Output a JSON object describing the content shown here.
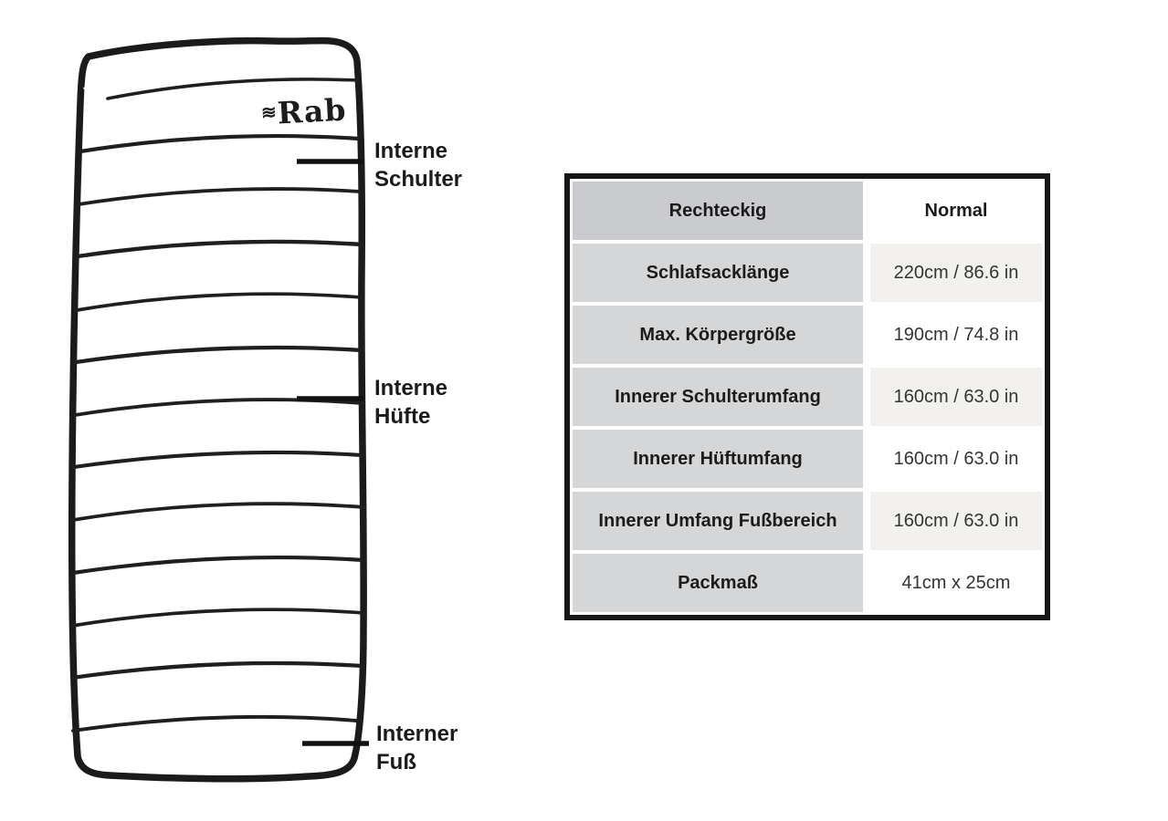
{
  "diagram": {
    "logo": {
      "mark": "≋",
      "text": "Rab"
    },
    "labels": [
      {
        "id": "internal-shoulder",
        "line1": "Interne",
        "line2": "Schulter"
      },
      {
        "id": "internal-hip",
        "line1": "Interne",
        "line2": "Hüfte"
      },
      {
        "id": "internal-foot",
        "line1": "Interner",
        "line2": "Fuß"
      }
    ]
  },
  "table": {
    "header": {
      "col1": "Rechteckig",
      "col2": "Normal"
    },
    "rows": [
      {
        "label": "Schlafsacklänge",
        "value": "220cm / 86.6 in"
      },
      {
        "label": "Max. Körpergröße",
        "value": "190cm / 74.8 in"
      },
      {
        "label": "Innerer Schulterumfang",
        "value": "160cm / 63.0 in"
      },
      {
        "label": "Innerer Hüftumfang",
        "value": "160cm / 63.0 in"
      },
      {
        "label": "Innerer Umfang Fußbereich",
        "value": "160cm / 63.0 in"
      },
      {
        "label": "Packmaß",
        "value": "41cm x 25cm"
      }
    ]
  },
  "colors": {
    "table_border": "#161616",
    "header_label_bg": "#c9cbce",
    "row_label_bg": "#d4d6d8",
    "value_shaded_bg": "#f2f1ee",
    "value_plain_bg": "#ffffff",
    "ink": "#1b1b1b"
  }
}
